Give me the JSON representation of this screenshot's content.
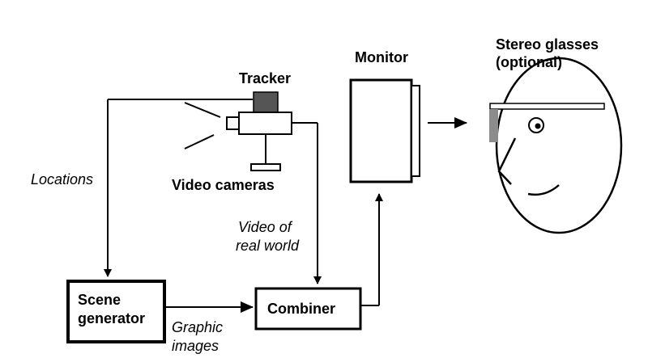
{
  "labels": {
    "tracker": "Tracker",
    "video_cameras": "Video cameras",
    "monitor": "Monitor",
    "stereo_glasses_line1": "Stereo glasses",
    "stereo_glasses_line2": "(optional)",
    "locations": "Locations",
    "video_of_real_world_line1": "Video of",
    "video_of_real_world_line2": "real world",
    "graphic_images_line1": "Graphic",
    "graphic_images_line2": "images"
  },
  "boxes": {
    "scene_generator_line1": "Scene",
    "scene_generator_line2": "generator",
    "combiner": "Combiner"
  },
  "colors": {
    "line": "#000000",
    "tracker_block": "#555555",
    "glasses_lens": "#8c8c8c",
    "background": "#ffffff"
  }
}
